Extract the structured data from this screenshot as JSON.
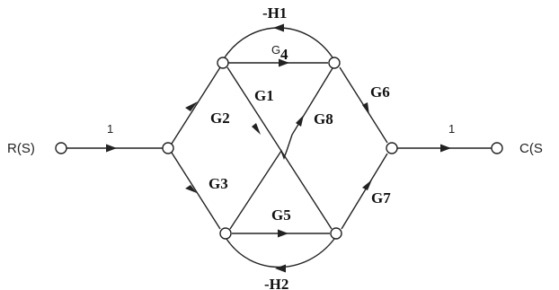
{
  "input_node_label": "R(S)",
  "output_node_label": "C(S",
  "branch_labels": {
    "input_gain": "1",
    "output_gain": "1",
    "g1": "G1",
    "g2": "G2",
    "g3": "G3",
    "g4_main": "G",
    "g4_sub": "4",
    "g5": "G5",
    "g6": "G6",
    "g7": "G7",
    "g8": "G8",
    "h1": "-H1",
    "h2": "-H2"
  }
}
